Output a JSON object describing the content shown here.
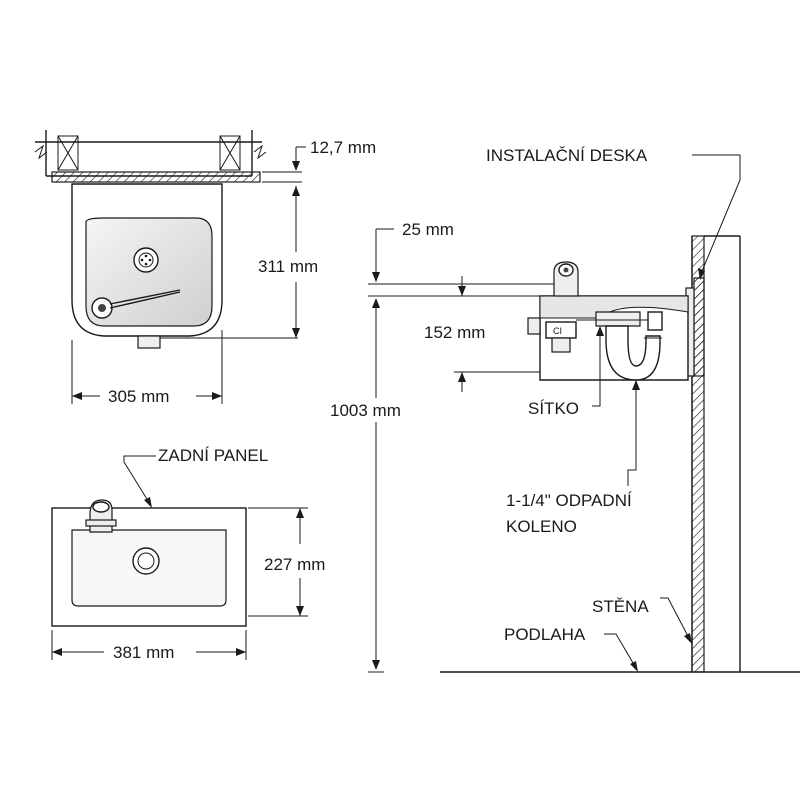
{
  "labels": {
    "top_thickness": "12,7 mm",
    "top_depth": "311 mm",
    "top_width": "305 mm",
    "back_panel": "ZADNÍ PANEL",
    "back_height": "227 mm",
    "back_width": "381 mm",
    "mount_plate": "INSTALAČNÍ DESKA",
    "spout_height": "25 mm",
    "body_height": "152 mm",
    "floor_to_rim": "1003 mm",
    "strainer": "SÍTKO",
    "drain_elbow_line1": "1-1/4\" ODPADNÍ",
    "drain_elbow_line2": "KOLENO",
    "wall": "STĚNA",
    "floor": "PODLAHA"
  }
}
